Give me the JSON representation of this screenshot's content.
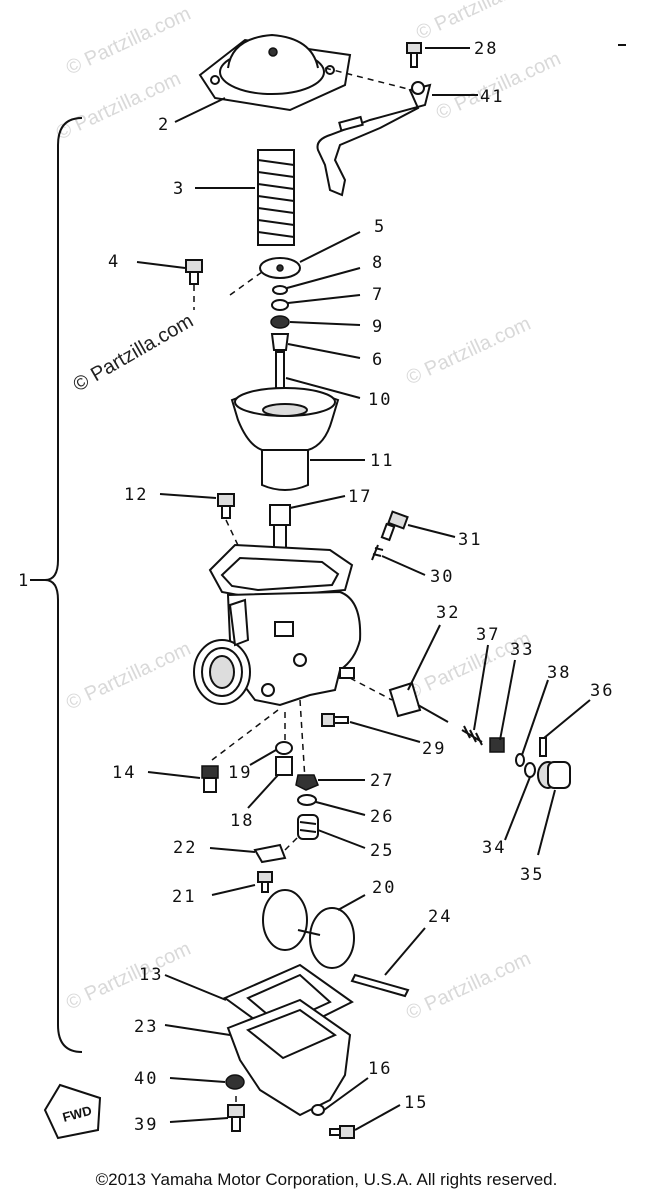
{
  "watermarks": [
    "© Partzilla.com",
    "© Partzilla.com",
    "© Partzilla.com",
    "© Partzilla.com",
    "© Partzilla.com",
    "© Partzilla.com",
    "© Partzilla.com",
    "© Partzilla.com",
    "© Partzilla.com",
    "© Partzilla.com"
  ],
  "callouts": {
    "c1": "1",
    "c2": "2",
    "c3": "3",
    "c4": "4",
    "c5": "5",
    "c6": "6",
    "c7": "7",
    "c8": "8",
    "c9": "9",
    "c10": "10",
    "c11": "11",
    "c12": "12",
    "c13": "13",
    "c14": "14",
    "c15": "15",
    "c16": "16",
    "c17": "17",
    "c18": "18",
    "c19": "19",
    "c20": "20",
    "c21": "21",
    "c22": "22",
    "c23": "23",
    "c24": "24",
    "c25": "25",
    "c26": "26",
    "c27": "27",
    "c28": "28",
    "c29": "29",
    "c30": "30",
    "c31": "31",
    "c32": "32",
    "c33": "33",
    "c34": "34",
    "c35": "35",
    "c36": "36",
    "c37": "37",
    "c38": "38",
    "c39": "39",
    "c40": "40",
    "c41": "41"
  },
  "fwd_arrow_text": "FWD",
  "copyright": "©2013 Yamaha Motor Corporation, U.S.A. All rights reserved."
}
